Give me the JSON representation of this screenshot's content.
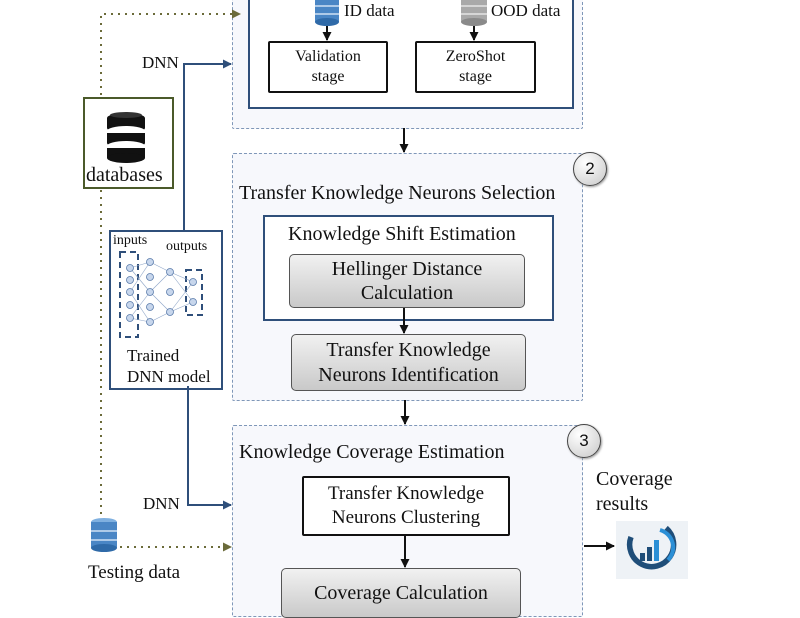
{
  "left_panel": {
    "dnn_label_top": "DNN",
    "dnn_label_bottom": "DNN",
    "databases_label": "databases",
    "model_inputs_label": "inputs",
    "model_outputs_label": "outputs",
    "model_caption_line1": "Trained",
    "model_caption_line2": "DNN model",
    "testing_data_label": "Testing data"
  },
  "section1": {
    "id_data_label": "ID data",
    "ood_data_label": "OOD data",
    "validation_line1": "Validation",
    "validation_line2": "stage",
    "zeroshot_line1": "ZeroShot",
    "zeroshot_line2": "stage"
  },
  "section2": {
    "badge": "2",
    "title": "Transfer Knowledge Neurons Selection",
    "shift_title": "Knowledge Shift Estimation",
    "hellinger_line1": "Hellinger Distance",
    "hellinger_line2": "Calculation",
    "identification_line1": "Transfer Knowledge",
    "identification_line2": "Neurons Identification"
  },
  "section3": {
    "badge": "3",
    "title": "Knowledge Coverage Estimation",
    "clustering_line1": "Transfer Knowledge",
    "clustering_line2": "Neurons Clustering",
    "coverage_calc": "Coverage Calculation"
  },
  "output": {
    "coverage_line1": "Coverage",
    "coverage_line2": "results"
  },
  "colors": {
    "section_border": "#7f97b8",
    "box_border": "#2f4f7a",
    "dotted_arrow": "#6b6b3a",
    "db_blue": "#4a86c5",
    "db_gray": "#a9a9a9",
    "model_box": "#2f4f7a",
    "chart_icon": "#1f4e79"
  },
  "icons": {
    "databases": "database-stack-icon",
    "id_data": "blue-cylinder-icon",
    "ood_data": "gray-cylinder-icon",
    "testing_data": "blue-cylinder-icon",
    "model": "neural-network-icon",
    "coverage": "coverage-chart-icon"
  }
}
